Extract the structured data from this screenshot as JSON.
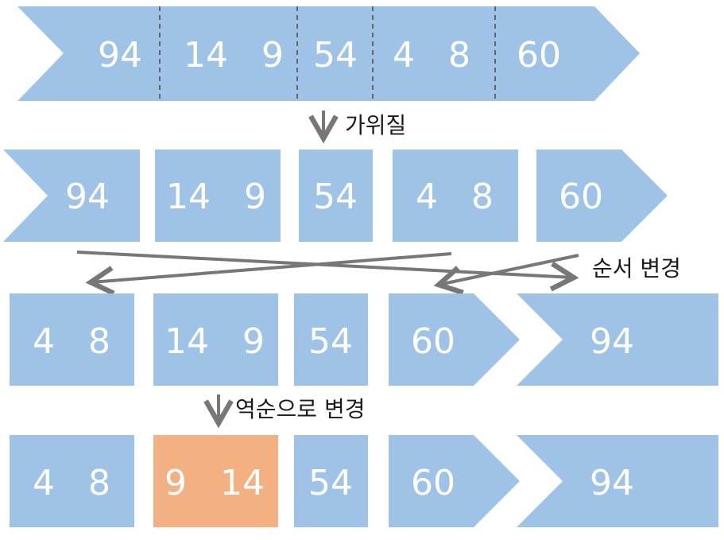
{
  "colors": {
    "block": "#9fc3e6",
    "highlight": "#f3b083",
    "arrow": "#777777",
    "divider": "#666666",
    "text": "#ffffff",
    "label": "#1a1a1a"
  },
  "row1": {
    "segments": [
      "94",
      "14   9",
      "54",
      "4   8",
      "60"
    ]
  },
  "step1_label": "가위질",
  "row2": {
    "blocks": [
      "94",
      "14   9",
      "54",
      "4   8",
      "60"
    ]
  },
  "step2_label": "순서 변경",
  "row3": {
    "blocks": [
      "4   8",
      "14   9",
      "54",
      "60",
      "94"
    ]
  },
  "step3_label": "역순으로 변경",
  "row4": {
    "blocks": [
      "4   8",
      "9   14",
      "54",
      "60",
      "94"
    ]
  }
}
